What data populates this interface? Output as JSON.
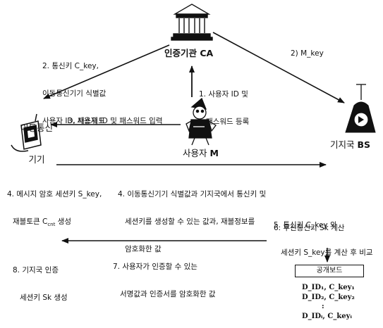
{
  "nodes": {
    "ca": {
      "label": "인증기관",
      "code": "CA"
    },
    "mobile": {
      "line1": "이동통신",
      "line2": "기기"
    },
    "user": {
      "label": "사용자",
      "code": "M"
    },
    "bs": {
      "label": "기지국",
      "code": "BS"
    }
  },
  "steps": {
    "s1": [
      "1. 사용자 ID 및",
      "패스워드 등록"
    ],
    "s2": [
      "2. 통신키 C_key,",
      "이동통신기기 식별값",
      "사용자 ID, 패스워드"
    ],
    "s2b": "2) M_key",
    "s3": "3. 사용자 ID 및 패스워드 입력",
    "s4a": [
      "4. 메시지 암호 세션키 S_key,",
      "재블토큰 C",
      "생성"
    ],
    "s4a_sub": "cnt",
    "s4b": [
      "4. 이동통신기기 식별값과 기지국에서 통신키 및",
      "세션키를 생성할 수 있는 값과, 재블정보를",
      "암호화한 값"
    ],
    "s5": [
      "5. 통신키 C_key 와",
      "세션키 S_key를 계산 후 비교"
    ],
    "s6": "6. 무선통신키 Sk 계산",
    "s7": [
      "7. 사용자가 인증할 수 있는",
      "서명값과 인증서를 암호화한 값"
    ],
    "s8": [
      "8. 기지국 인증",
      "세션키 Sk 생성"
    ]
  },
  "public_board": {
    "title": "공개보드",
    "entries": [
      "D_ID₁, C_key₁",
      "D_ID₂, C_key₂",
      ":",
      "D_IDᵢ, C_keyᵢ"
    ]
  },
  "icons": {
    "ca": "bank-building-icon",
    "mobile": "mobile-device-icon",
    "user": "user-character-icon",
    "bs": "base-station-icon"
  },
  "colors": {
    "ink": "#111111",
    "background": "#ffffff"
  }
}
